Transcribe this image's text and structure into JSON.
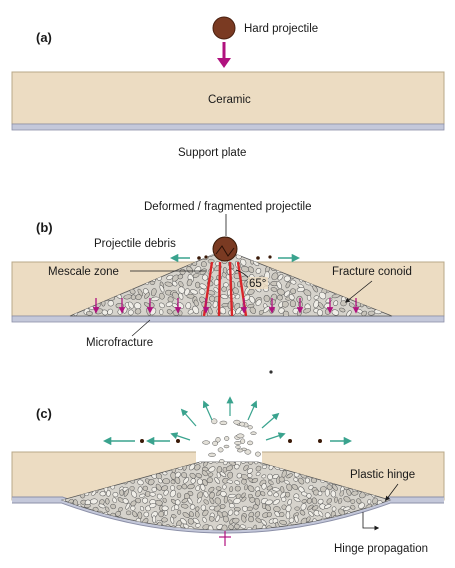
{
  "panels": {
    "a": {
      "label": "(a)",
      "projectile": "Hard projectile",
      "ceramic": "Ceramic",
      "support": "Support plate"
    },
    "b": {
      "label": "(b)",
      "projectile": "Deformed / fragmented projectile",
      "debris": "Projectile debris",
      "mescale": "Mescale zone",
      "conoid": "Fracture conoid",
      "angle": "65°",
      "microfracture": "Microfracture"
    },
    "c": {
      "label": "(c)",
      "hinge": "Plastic hinge",
      "propagation": "Hinge propagation"
    }
  },
  "colors": {
    "ceramic": "#ecdcc2",
    "support": "#c4c8da",
    "projectile": "#7a3a22",
    "arrow_magenta": "#b0127e",
    "crack_red": "#d8262a",
    "debris_teal": "#3aa38e"
  }
}
